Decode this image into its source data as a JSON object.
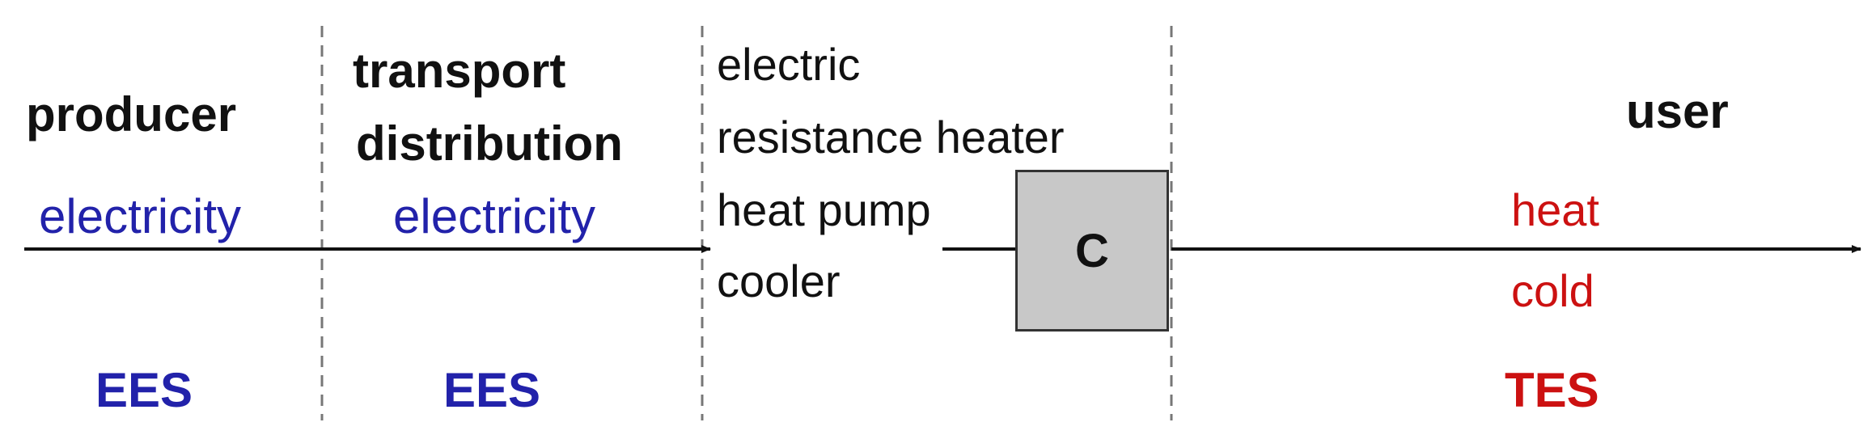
{
  "sections": {
    "producer": {
      "title": "producer",
      "flow": "electricity",
      "storage": "EES"
    },
    "transport": {
      "title_line1": "transport",
      "title_line2": "distribution",
      "flow": "electricity",
      "storage": "EES"
    },
    "conversion": {
      "devices": [
        "electric",
        "resistance heater",
        "heat pump",
        "cooler"
      ],
      "box_label": "C"
    },
    "user": {
      "title": "user",
      "outputs": [
        "heat",
        "cold"
      ],
      "storage": "TES"
    }
  },
  "colors": {
    "energy": "#2222aa",
    "thermal": "#cc1111",
    "text": "#111111",
    "box_fill": "#c8c8c8"
  }
}
